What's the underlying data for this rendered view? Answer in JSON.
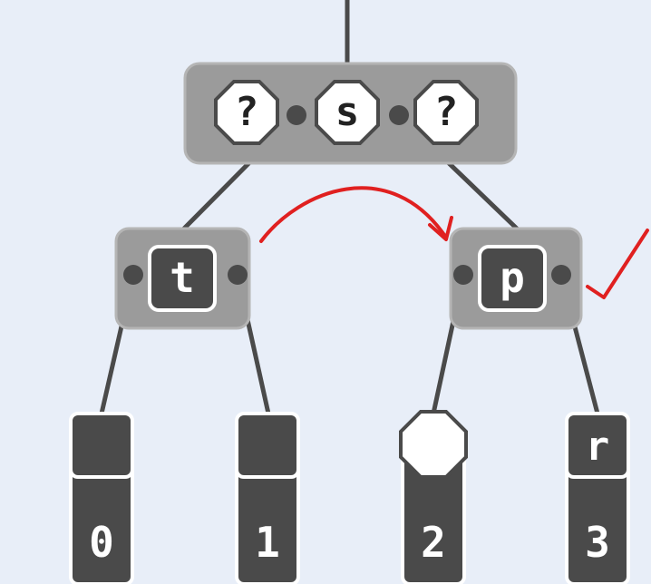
{
  "root": {
    "left_key": "?",
    "middle_key": "s",
    "right_key": "?"
  },
  "children": {
    "left": {
      "key": "t"
    },
    "right": {
      "key": "p"
    }
  },
  "leaves": [
    {
      "top_label": "",
      "index_label": "0"
    },
    {
      "top_label": "",
      "index_label": "1"
    },
    {
      "top_label": "",
      "index_label": "2"
    },
    {
      "top_label": "r",
      "index_label": "3"
    }
  ],
  "colors": {
    "background": "#e8eef8",
    "node_group": "#9b9b9b",
    "node_dark": "#4a4a4a",
    "edge": "#4a4a4a",
    "annotation": "#e02020"
  }
}
